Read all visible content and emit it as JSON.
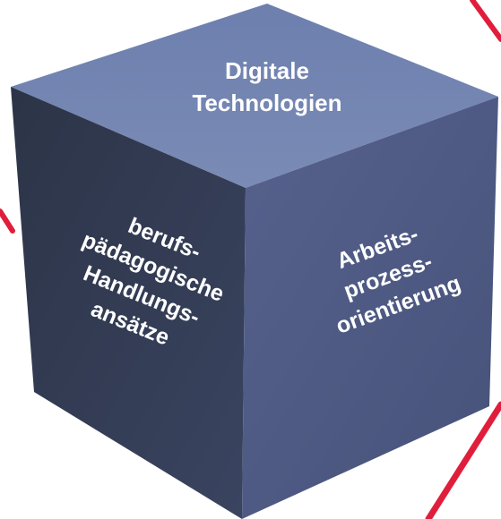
{
  "cube": {
    "top_face": {
      "lines": [
        "Digitale",
        "Technologien"
      ]
    },
    "left_face": {
      "lines": [
        "berufs-",
        "pädagogische",
        "Handlungs-",
        "ansätze"
      ]
    },
    "right_face": {
      "lines": [
        "Arbeits-",
        "prozess-",
        "orientierung"
      ]
    }
  },
  "colors": {
    "top_face": "#7284b0",
    "left_face": "#323a50",
    "right_face": "#4c5880",
    "accent_lines": "#e01e3c",
    "text": "#ffffff",
    "background": "#ffffff"
  }
}
